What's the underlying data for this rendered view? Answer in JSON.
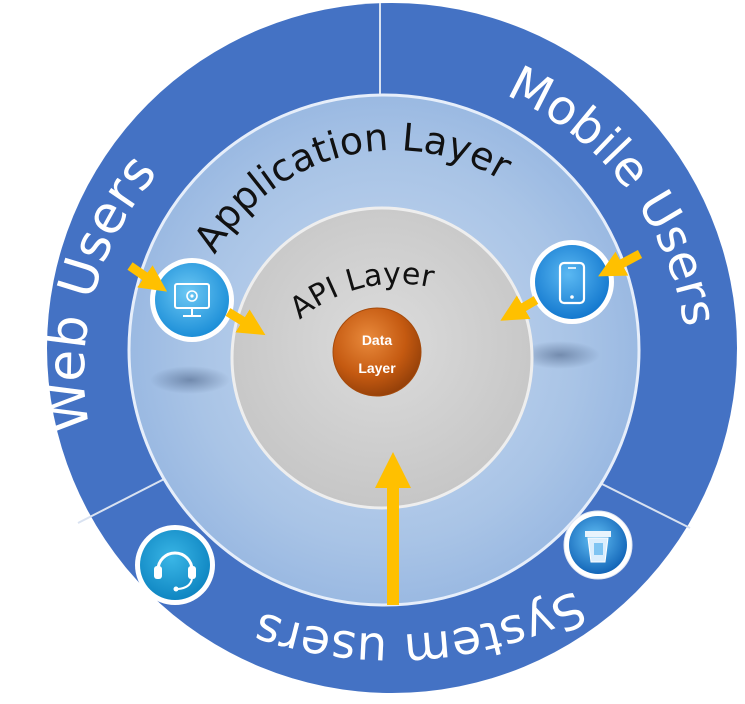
{
  "outer_ring": {
    "web_users": "Web Users",
    "mobile_users": "Mobile Users",
    "system_users": "System users"
  },
  "application_layer": {
    "label": "Application Layer"
  },
  "api_layer": {
    "label": "API Layer"
  },
  "data_layer": {
    "line1": "Data",
    "line2": "Layer"
  },
  "icons": {
    "web": "monitor-gear-icon",
    "mobile": "smartphone-icon",
    "system_support": "headset-icon",
    "system_app": "trash-can-icon"
  },
  "colors": {
    "outer_ring": "#4472C4",
    "ring_divider": "#D9E2F1",
    "application_ring": "#A9C4E6",
    "api_layer": "#D0D0D0",
    "data_layer": "#C55A11",
    "arrow": "#FFC000"
  }
}
